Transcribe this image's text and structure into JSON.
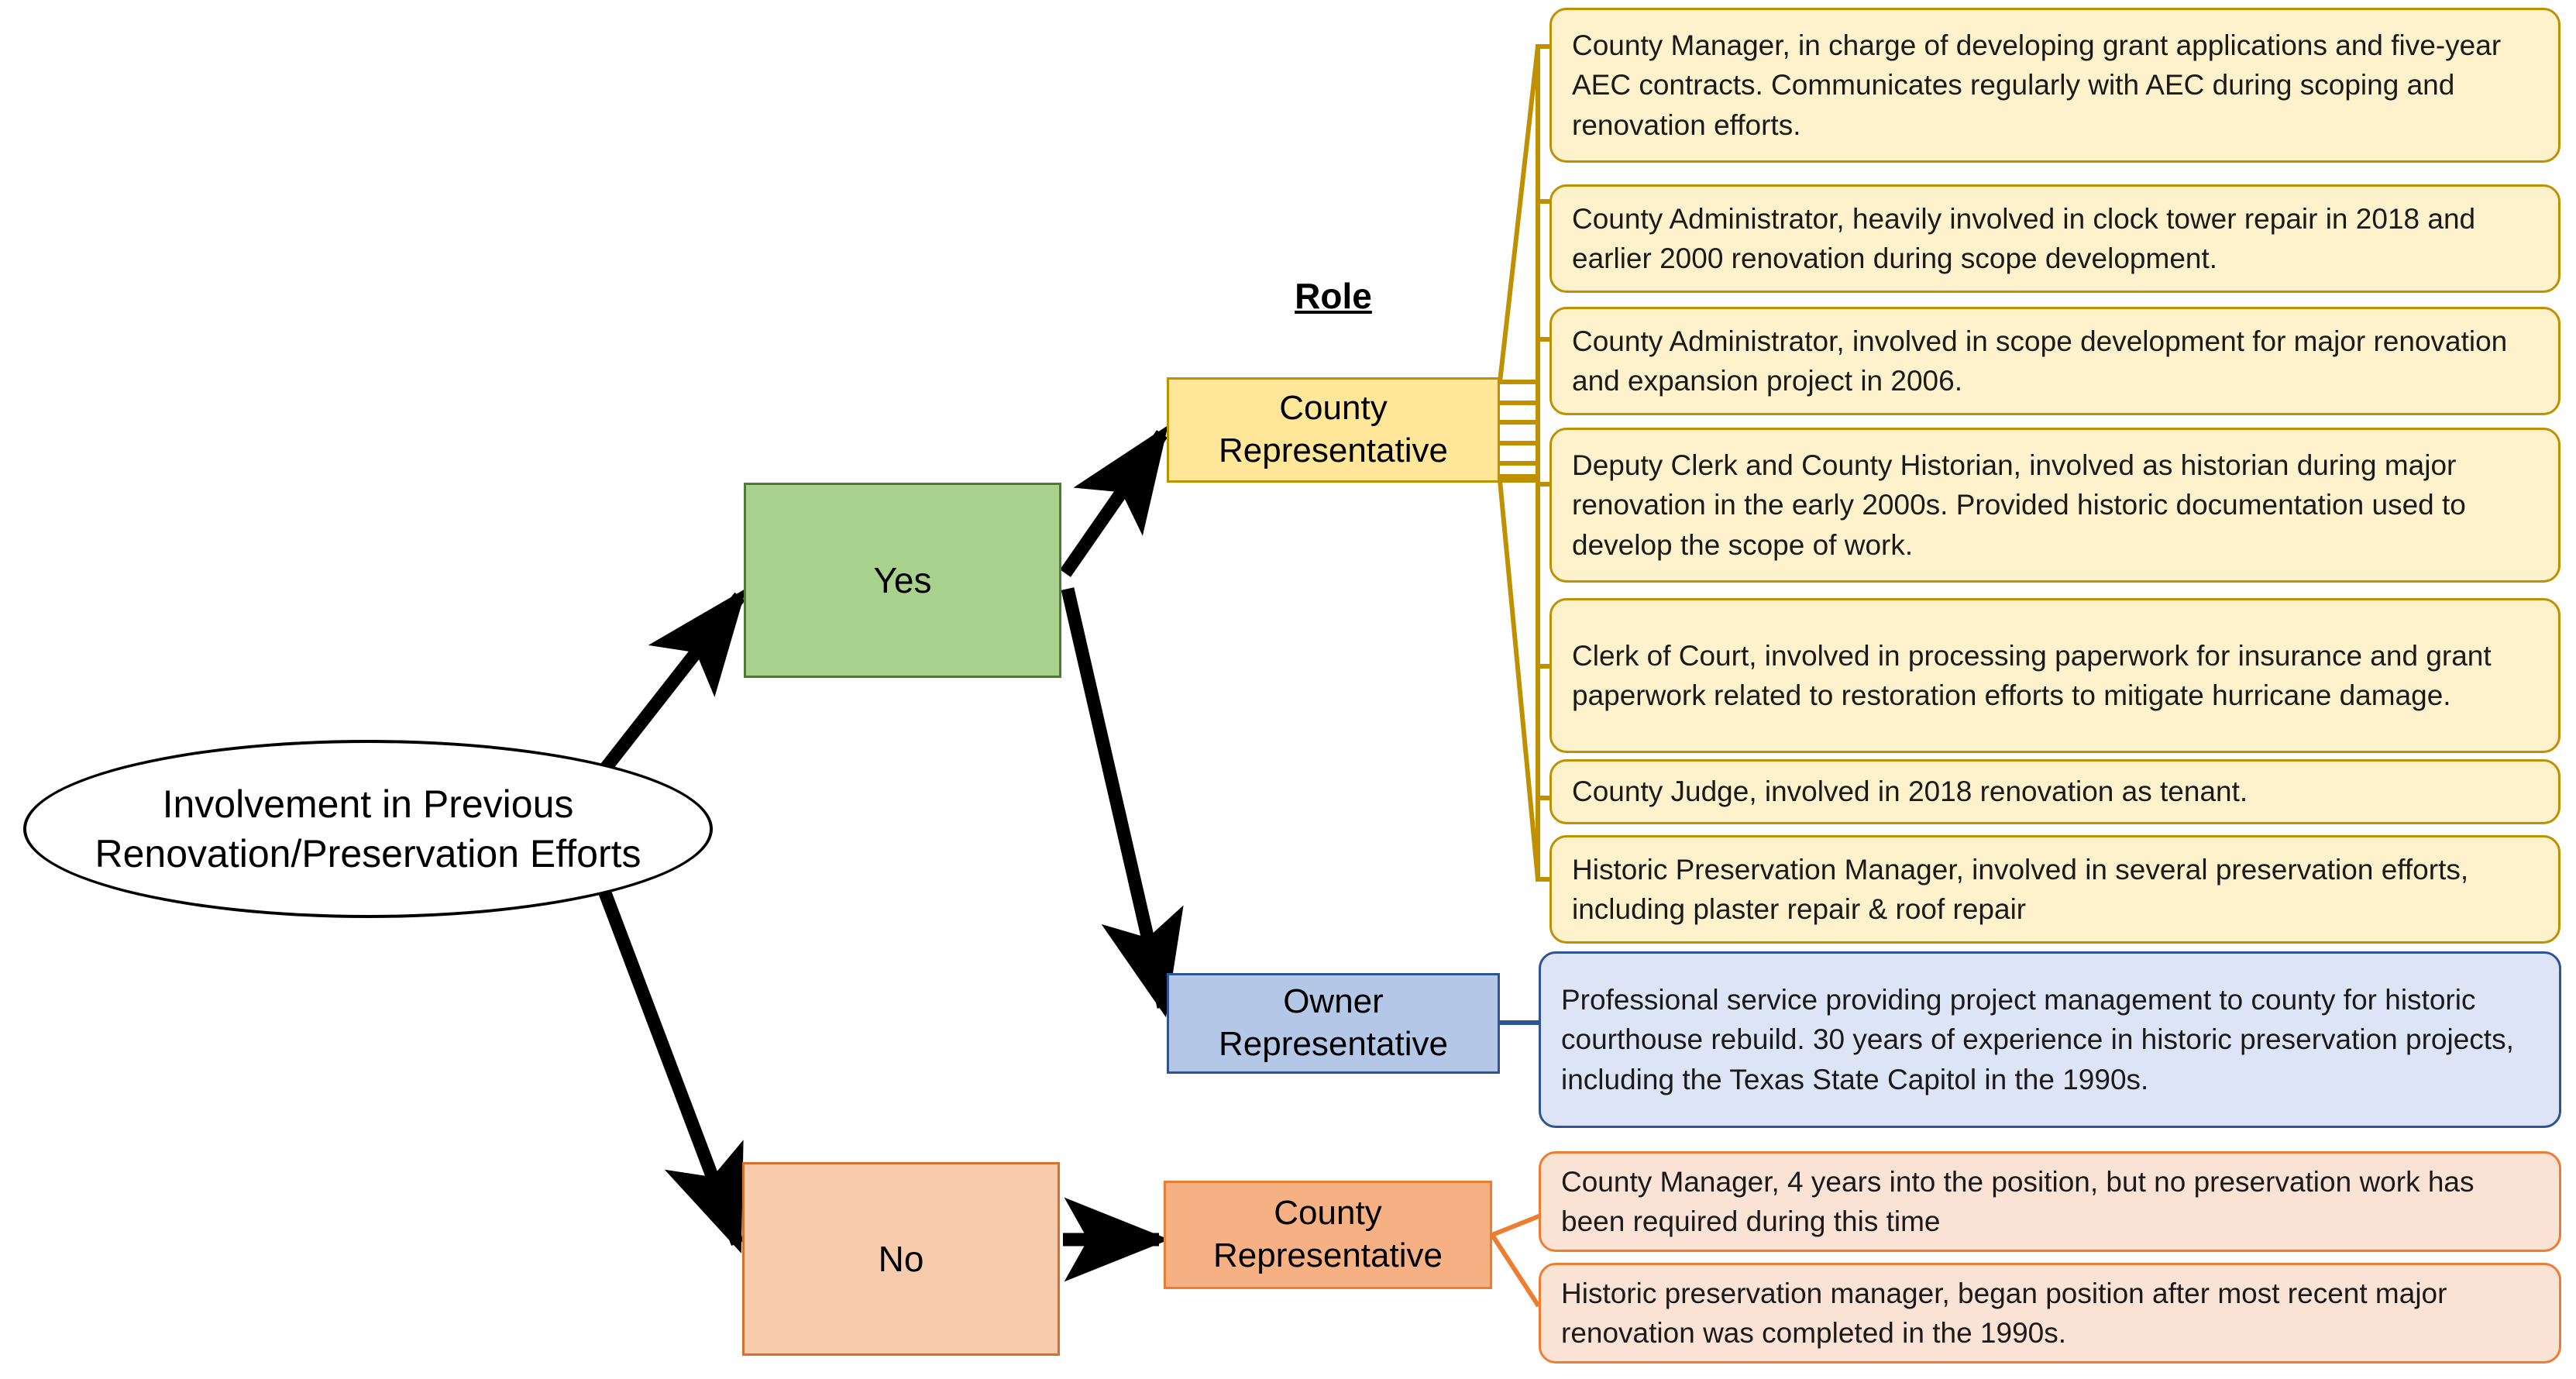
{
  "diagram": {
    "title": "Involvement in Previous Renovation/Preservation Efforts",
    "root": {
      "label": "Involvement in Previous Renovation/Preservation Efforts"
    },
    "decisions": {
      "yes": "Yes",
      "no": "No"
    },
    "column_header": "Role",
    "roles": {
      "county_representative_yes": "County Representative",
      "owner_representative": "Owner Representative",
      "county_representative_no": "County Representative"
    },
    "callouts": {
      "county_rep_yes": [
        "County Manager, in charge of developing grant applications and five-year AEC contracts. Communicates regularly with AEC during scoping and renovation efforts.",
        "County Administrator, heavily involved in clock tower repair in 2018 and earlier 2000 renovation during scope development.",
        "County Administrator, involved in scope development for major renovation and expansion project in 2006.",
        "Deputy Clerk and County Historian, involved as historian during major renovation in the early 2000s. Provided historic documentation used to develop the scope of work.",
        "Clerk of Court, involved in processing paperwork for insurance and grant paperwork related to restoration efforts to mitigate hurricane damage.",
        "County Judge, involved in 2018 renovation as tenant.",
        "Historic Preservation Manager, involved in several preservation efforts, including plaster repair & roof repair"
      ],
      "owner_rep": [
        "Professional service providing project management to county for historic courthouse rebuild. 30 years of experience in historic preservation projects, including the Texas State Capitol in the 1990s."
      ],
      "county_rep_no": [
        "County Manager, 4 years into the position, but no preservation work has been required during this time",
        "Historic preservation manager, began position after most recent major renovation was completed in the 1990s."
      ]
    },
    "colors": {
      "yes_fill": "#A9D18E",
      "yes_border": "#4E7A33",
      "no_fill": "#F8CBAD",
      "no_border": "#D8702A",
      "county_rep_fill": "#FFE699",
      "county_rep_border": "#BF9000",
      "owner_rep_fill": "#B4C7E7",
      "owner_rep_border": "#2E5496",
      "county_rep_no_fill": "#F5B183",
      "county_rep_no_border": "#ED7D31",
      "cream_callout_fill": "#FEF2CC",
      "blue_callout_fill": "#DCE4F5",
      "peach_callout_fill": "#FAE3D5",
      "arrow_color": "#000000"
    }
  }
}
